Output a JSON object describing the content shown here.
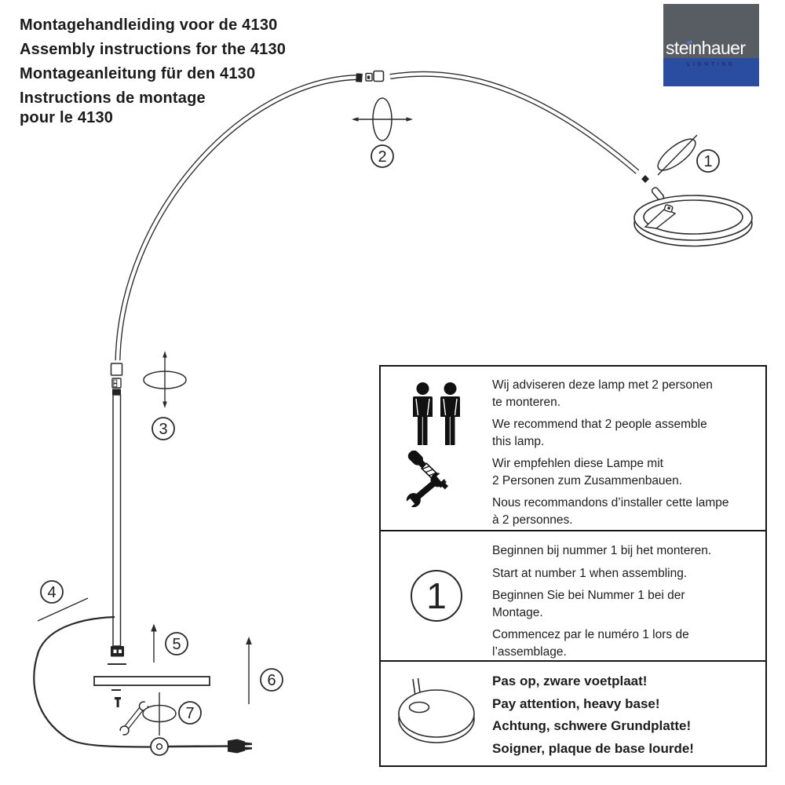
{
  "titles": {
    "nl": "Montagehandleiding voor de 4130",
    "en": "Assembly instructions for the 4130",
    "de": "Montageanleitung für den 4130",
    "fr_line1": "Instructions de montage",
    "fr_line2": "pour le 4130"
  },
  "logo": {
    "brand": "steinhauer",
    "tagline": "LIGHTING",
    "colors": {
      "gray": "#575d63",
      "blue": "#2a4da2",
      "idot_blue": "#4a6fc4",
      "tagline_navy": "#1a2f72"
    }
  },
  "steps": [
    "1",
    "2",
    "3",
    "4",
    "5",
    "6",
    "7"
  ],
  "info_box": {
    "row1": {
      "icons": [
        "two-persons-icon",
        "crossed-tools-icon"
      ],
      "paragraphs": [
        "Wij adviseren deze lamp met 2 personen\nte monteren.",
        "We recommend that 2 people assemble\nthis lamp.",
        "Wir empfehlen diese Lampe mit\n2 Personen zum Zusammenbauen.",
        "Nous recommandons d’installer cette lampe\nà 2 personnes."
      ]
    },
    "row2": {
      "badge": "1",
      "paragraphs": [
        "Beginnen bij nummer 1 bij het monteren.",
        "Start at number 1 when assembling.",
        "Beginnen Sie bei Nummer 1 bei der\nMontage.",
        "Commencez par le numéro 1 lors de\nl’assemblage."
      ]
    },
    "row3": {
      "icon": "lamp-base-icon",
      "paragraphs": [
        "Pas op, zware voetplaat!",
        "Pay attention, heavy base!",
        "Achtung, schwere Grundplatte!",
        "Soigner, plaque de base lourde!"
      ]
    }
  },
  "diagram": {
    "line_color": "#2b2b2b",
    "parts": [
      "arc-tube-left",
      "arc-tube-right",
      "apex-connectors",
      "shade-ring",
      "pole",
      "base-plate",
      "power-cable",
      "cable-winder",
      "power-plug",
      "wrench",
      "screw"
    ]
  }
}
